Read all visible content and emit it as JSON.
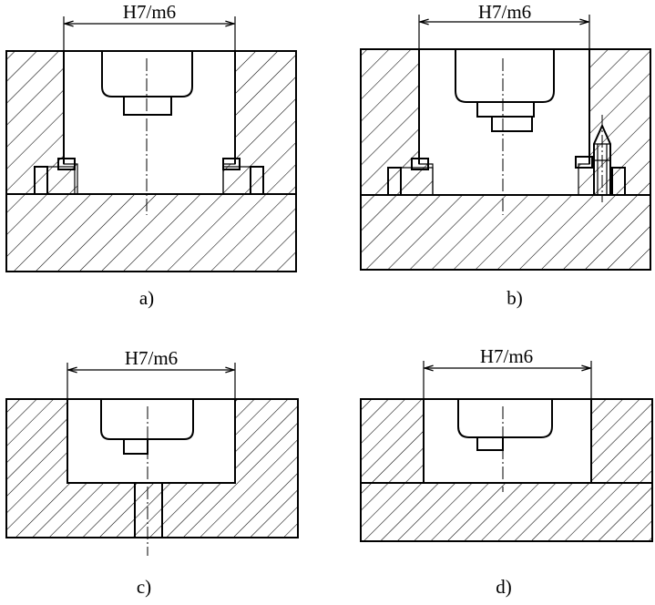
{
  "figures": [
    {
      "id": "a",
      "fit_label": "H7/m6",
      "caption": "a)"
    },
    {
      "id": "b",
      "fit_label": "H7/m6",
      "caption": "b)"
    },
    {
      "id": "c",
      "fit_label": "H7/m6",
      "caption": "c)"
    },
    {
      "id": "d",
      "fit_label": "H7/m6",
      "caption": "d)"
    }
  ]
}
